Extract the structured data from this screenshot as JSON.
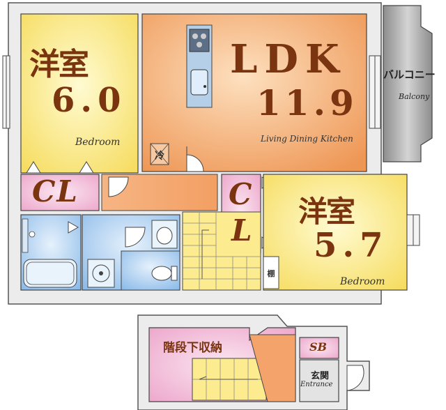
{
  "floor_plan": {
    "rooms": {
      "bedroom_west": {
        "name": "洋室",
        "size": "6.0",
        "english": "Bedroom"
      },
      "ldk": {
        "name": "LDK",
        "size": "11.9",
        "english": "Living Dining Kitchen"
      },
      "balcony": {
        "name": "バルコニー",
        "english": "Balcony"
      },
      "bedroom_east": {
        "name": "洋室",
        "size": "5.7",
        "english": "Bedroom"
      },
      "closet_west": {
        "name": "CL"
      },
      "closet_center": {
        "name_top": "C",
        "name_bottom": "L"
      },
      "under_stairs_storage": {
        "name": "階段下収納"
      },
      "shoe_box": {
        "name": "SB"
      },
      "entrance": {
        "name": "玄関",
        "english": "Entrance"
      },
      "shelf": {
        "name": "棚"
      },
      "fridge": {
        "name": "冷"
      }
    },
    "colors": {
      "bedroom": "#fbe98a",
      "ldk": "#f2a36a",
      "balcony": "#a8a8a8",
      "closet": "#f1b7d6",
      "wet_area": "#9ec6ee",
      "hall": "#f5ad78",
      "stairs": "#fcec8f",
      "wall": "#eaeaea"
    }
  }
}
